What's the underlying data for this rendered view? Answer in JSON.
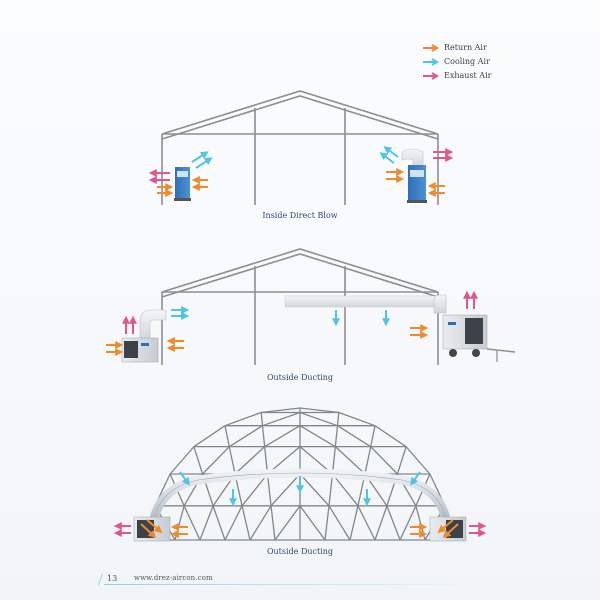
{
  "legend": {
    "items": [
      {
        "label": "Return Air",
        "color": "#f08a2c",
        "icon": "double-arrow-icon"
      },
      {
        "label": "Cooling Air",
        "color": "#4fc3e8",
        "icon": "double-arrow-icon"
      },
      {
        "label": "Exhaust Air",
        "color": "#e0578d",
        "icon": "double-arrow-icon"
      }
    ]
  },
  "diagrams": [
    {
      "caption": "Inside Direct Blow"
    },
    {
      "caption": "Outside Ducting"
    },
    {
      "caption": "Outside Ducting"
    }
  ],
  "footer": {
    "page_number": "13",
    "url": "www.drez-aircon.com"
  },
  "colors": {
    "return_air": "#f08a2c",
    "cooling_air": "#4fc3e8",
    "exhaust_air": "#e0578d",
    "unit_blue": "#3b7fc4",
    "frame": "#8a8f94"
  }
}
